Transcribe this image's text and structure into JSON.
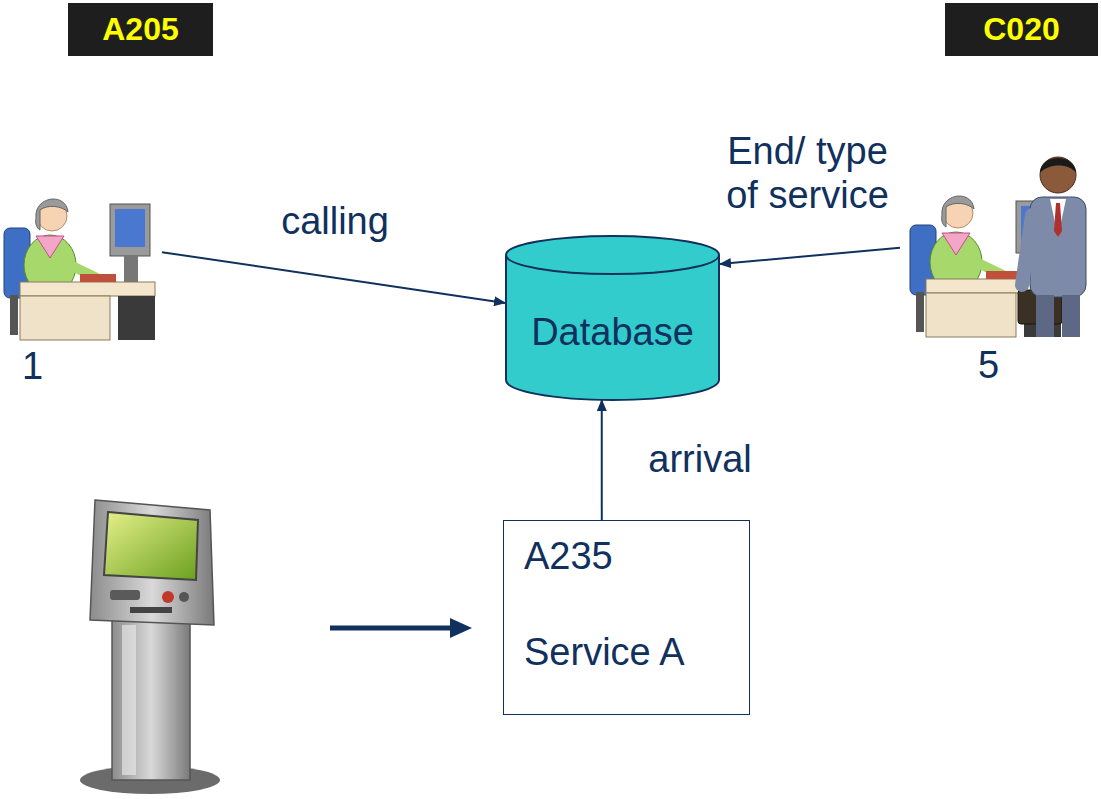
{
  "diagram": {
    "nodes": [
      {
        "text": [
          "A205"
        ]
      },
      {
        "text": [
          "C020"
        ]
      },
      {
        "text": [
          "1"
        ]
      },
      {
        "text": [
          "5"
        ]
      },
      {
        "text": [
          "Database"
        ]
      },
      {
        "text": [
          "A235",
          "Service A"
        ]
      }
    ],
    "edges": [
      {
        "from": 2,
        "to": 4,
        "arrow": "to",
        "label": "calling"
      },
      {
        "from": 3,
        "to": 4,
        "arrow": "to",
        "label": "End/ type of service"
      },
      {
        "from": 5,
        "to": 4,
        "arrow": "to",
        "label": "arrival"
      }
    ]
  }
}
